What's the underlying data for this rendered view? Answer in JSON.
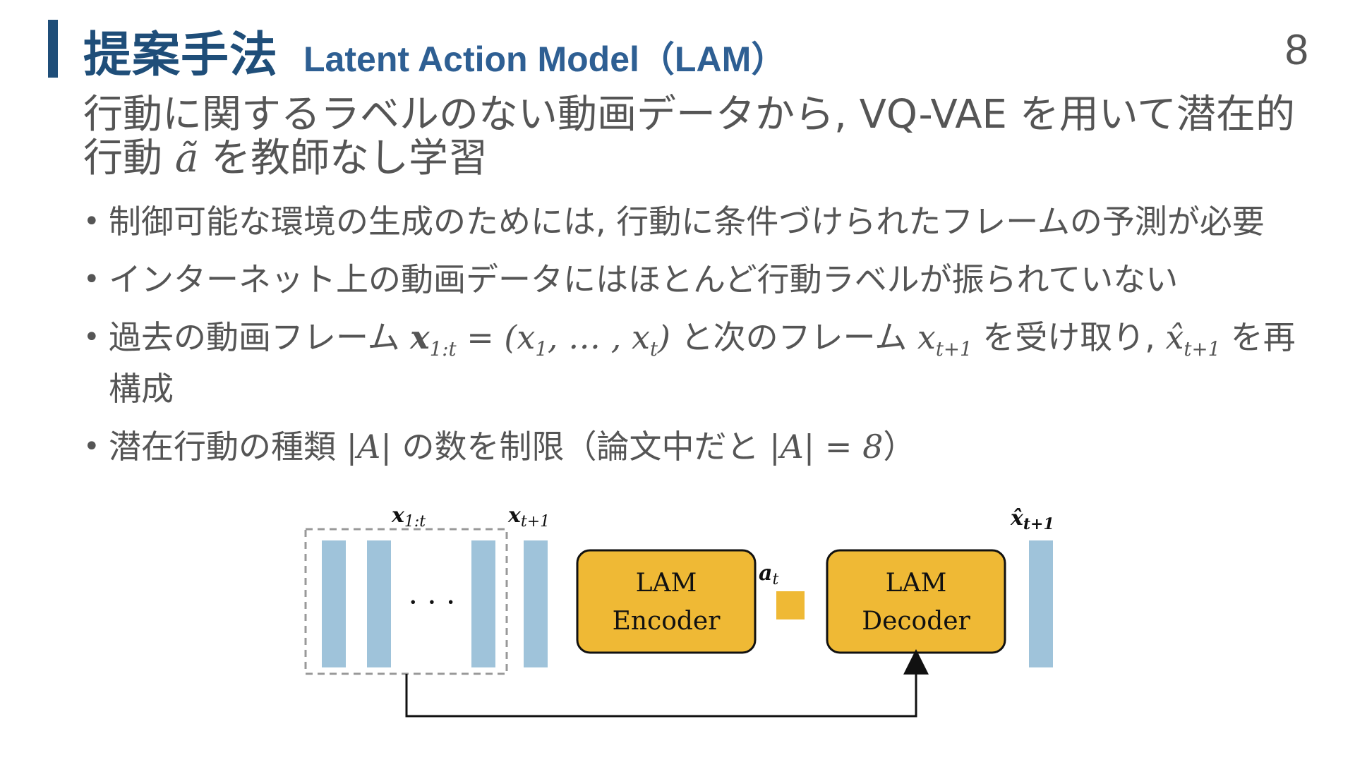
{
  "slide": {
    "title": "提案手法",
    "subtitle": "Latent Action Model（LAM）",
    "page_number": "8"
  },
  "lead": {
    "line1": "行動に関するラベルのない動画データから, VQ-VAE を用いて潜在的",
    "line2_pre": "行動 ",
    "line2_math": "ã",
    "line2_post": " を教師なし学習"
  },
  "bullets": [
    {
      "text": "制御可能な環境の生成のためには, 行動に条件づけられたフレームの予測が必要"
    },
    {
      "text": "インターネット上の動画データにはほとんど行動ラベルが振られていない"
    },
    {
      "pre": "過去の動画フレーム ",
      "math1": "x",
      "sub1": "1:t",
      "mid_math": " = (x",
      "sub2": "1",
      "mid2": ", … , x",
      "sub3": "t",
      "mid3": ")",
      "text2": " と次のフレーム ",
      "math2": "x",
      "sub4": "t+1",
      "text3": " を受け取り, ",
      "math3": "x̂",
      "sub5": "t+1",
      "text4": " を再構成"
    },
    {
      "pre": "潜在行動の種類 ",
      "math1": "|A|",
      "text2": " の数を制限（論文中だと ",
      "math2": "|A| = 8",
      "text3": "）"
    }
  ],
  "figure": {
    "label_x1t": "x",
    "label_x1t_sub": "1:t",
    "label_xt1": "x",
    "label_xt1_sub": "t+1",
    "label_xhat": "x̂",
    "label_xhat_sub": "t+1",
    "label_at": "a",
    "label_at_sub": "t",
    "dots": "· · ·",
    "encoder_line1": "LAM",
    "encoder_line2": "Encoder",
    "decoder_line1": "LAM",
    "decoder_line2": "Decoder"
  },
  "colors": {
    "accent": "#1f4e79",
    "frame_bar": "#9fc3da",
    "module_fill": "#efb935",
    "text": "#555555"
  }
}
